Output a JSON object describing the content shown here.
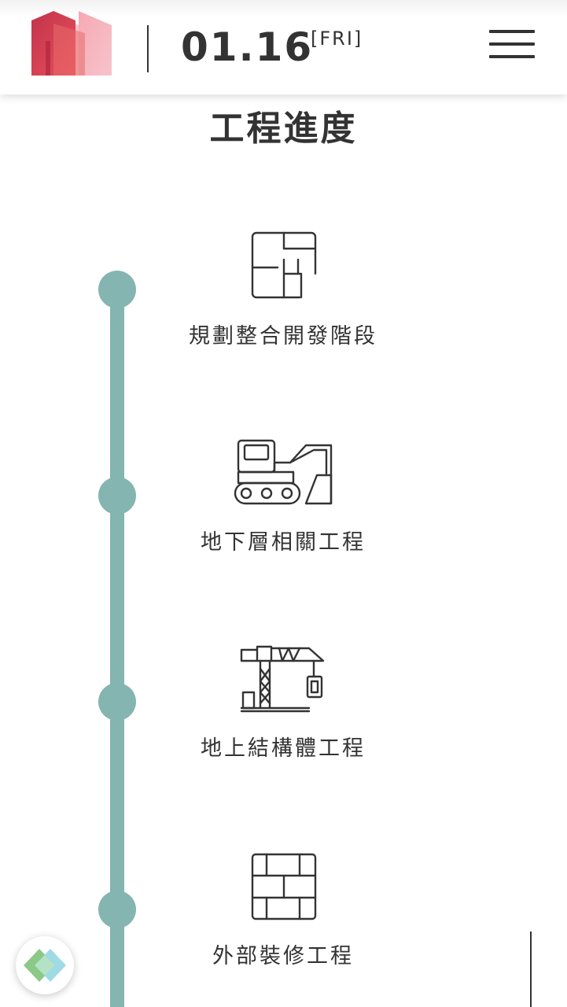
{
  "header": {
    "date": "01.16",
    "day_of_week": "[FRI]",
    "logo_icon": "house-logo-icon",
    "menu_icon": "hamburger-menu-icon"
  },
  "page": {
    "title": "工程進度"
  },
  "timeline": {
    "color": "#84b5b0",
    "stages": [
      {
        "label": "規劃整合開發階段",
        "icon": "floor-plan-icon"
      },
      {
        "label": "地下層相關工程",
        "icon": "excavator-icon"
      },
      {
        "label": "地上結構體工程",
        "icon": "tower-crane-icon"
      },
      {
        "label": "外部裝修工程",
        "icon": "brick-wall-icon"
      }
    ]
  },
  "fab": {
    "icon": "diamond-logo-icon"
  }
}
